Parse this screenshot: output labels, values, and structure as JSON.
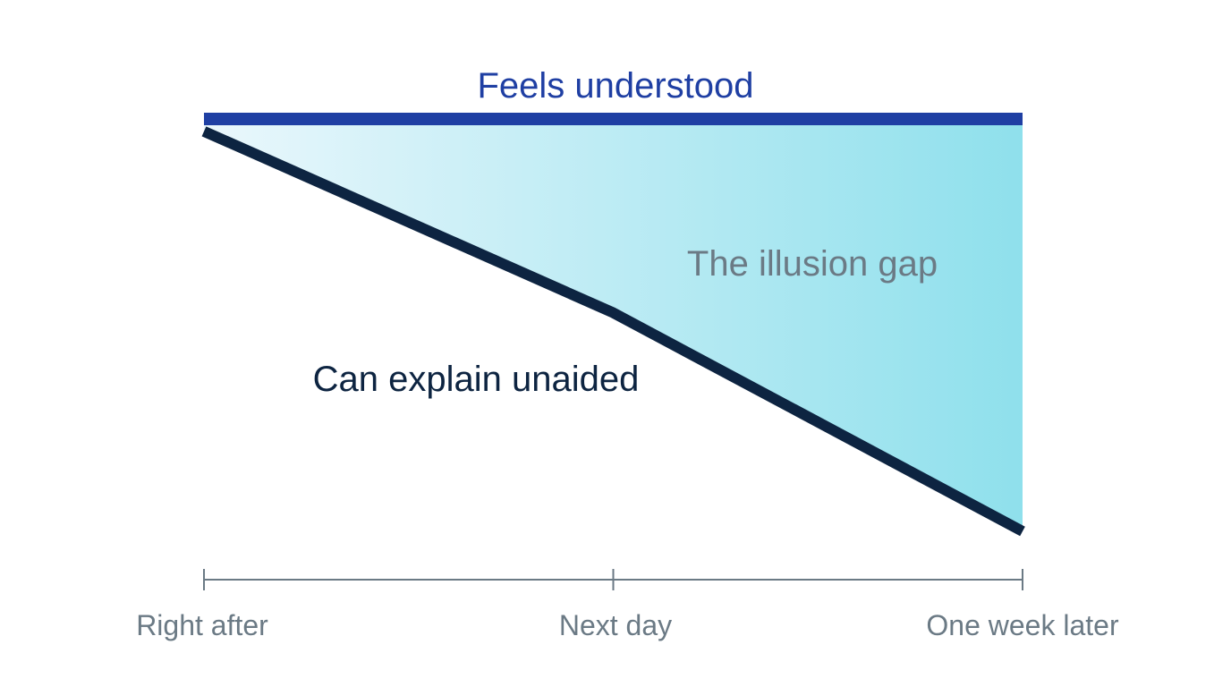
{
  "chart_data": {
    "type": "line",
    "title": "",
    "xlabel": "",
    "ylabel": "",
    "categories": [
      "Right after",
      "Next day",
      "One week later"
    ],
    "x": [
      0,
      1,
      2
    ],
    "ylim": [
      0,
      1
    ],
    "grid": false,
    "legend": "none",
    "series": [
      {
        "name": "Feels understood",
        "values": [
          1.0,
          1.0,
          1.0
        ],
        "color": "#1f3fa3"
      },
      {
        "name": "Can explain unaided",
        "values": [
          0.97,
          0.53,
          0.0
        ],
        "color": "#0d2441"
      }
    ],
    "annotations": [
      {
        "text": "The illusion gap"
      }
    ],
    "colors": {
      "gap_fill_start": "#eaf7fc",
      "gap_fill_end": "#8fe0ec",
      "annotation": "#6b7a85",
      "axis": "#6b7a85"
    }
  }
}
